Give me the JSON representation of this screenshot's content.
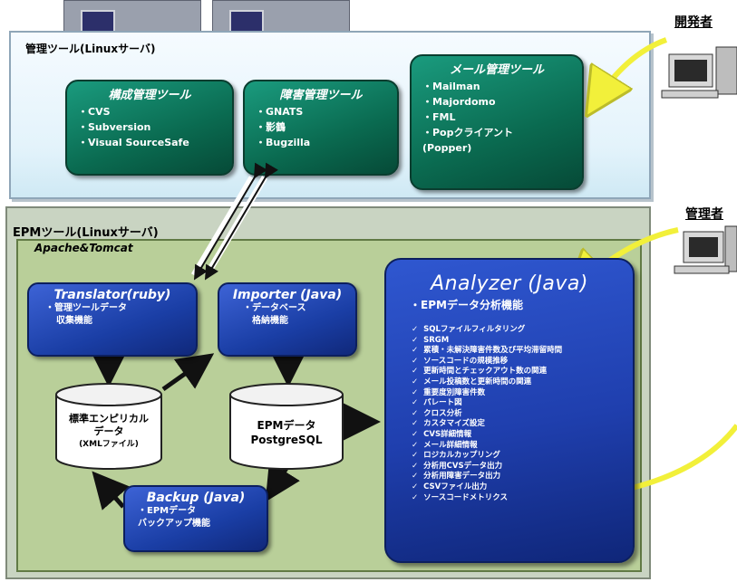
{
  "admin_panel": {
    "title": "管理ツール(Linuxサーバ)",
    "config_tool": {
      "title": "構成管理ツール",
      "items": [
        "CVS",
        "Subversion",
        "Visual SourceSafe"
      ]
    },
    "bug_tool": {
      "title": "障害管理ツール",
      "items": [
        "GNATS",
        "影鶴",
        "Bugzilla"
      ]
    },
    "mail_tool": {
      "title": "メール管理ツール",
      "items": [
        "Mailman",
        "Majordomo",
        "FML",
        "Popクライアント"
      ],
      "extra": "(Popper)"
    }
  },
  "epm_panel": {
    "title": "EPMツール(Linuxサーバ)",
    "container": "Apache&Tomcat",
    "translator": {
      "title": "Translator(ruby)",
      "desc": [
        "管理ツールデータ",
        "収集機能"
      ]
    },
    "importer": {
      "title": "Importer (Java)",
      "desc": [
        "データベース",
        "格納機能"
      ]
    },
    "standard_data": {
      "lines": [
        "標準エンピリカル",
        "データ"
      ],
      "sub": "(XMLファイル)"
    },
    "epm_data": {
      "lines": [
        "EPMデータ",
        "PostgreSQL"
      ]
    },
    "backup": {
      "title": "Backup (Java)",
      "desc": [
        "EPMデータ",
        "バックアップ機能"
      ]
    },
    "analyzer": {
      "title": "Analyzer (Java)",
      "subtitle": "EPMデータ分析機能",
      "features": [
        "SQLファイルフィルタリング",
        "SRGM",
        "累積・未解決障害件数及び平均滞留時間",
        "ソースコードの規模推移",
        "更新時間とチェックアウト数の関連",
        "メール投稿数と更新時間の関連",
        "重要度別障害件数",
        "パレート図",
        "クロス分析",
        "カスタマイズ設定",
        "CVS詳細情報",
        "メール詳細情報",
        "ロジカルカップリング",
        "分析用CVSデータ出力",
        "分析用障害データ出力",
        "CSVファイル出力",
        "ソースコードメトリクス"
      ]
    }
  },
  "roles": {
    "developer": "開発者",
    "admin": "管理者"
  },
  "colors": {
    "teal_box": "#0a6a50",
    "blue_box": "#1a3ea5",
    "tomcat_bg": "#b9cf99",
    "arrow_yellow": "#f2f03a"
  }
}
